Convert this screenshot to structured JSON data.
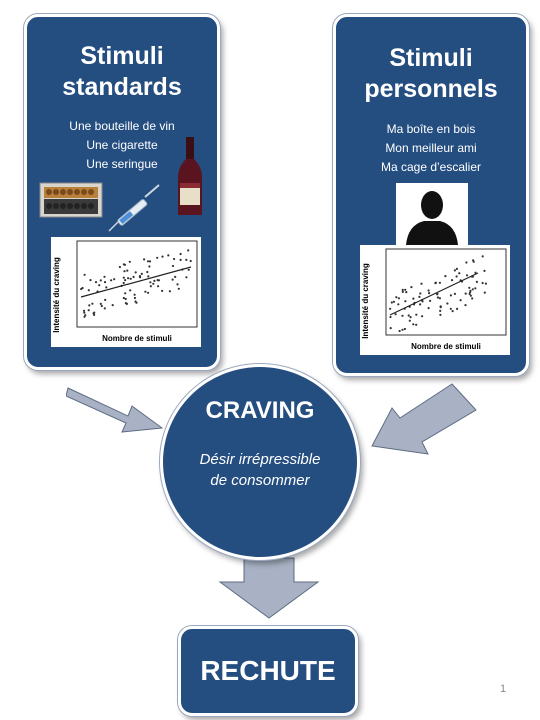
{
  "panels": {
    "standard": {
      "title_line1": "Stimuli",
      "title_line2": "standards",
      "items": [
        "Une bouteille de vin",
        "Une cigarette",
        "Une seringue"
      ],
      "xlabel": "Nombre de stimuli",
      "ylabel": "Intensité du craving"
    },
    "personal": {
      "title_line1": "Stimuli",
      "title_line2": "personnels",
      "items": [
        "Ma boîte en bois",
        "Mon meilleur ami",
        "Ma cage d’escalier"
      ],
      "xlabel": "Nombre de stimuli",
      "ylabel": "Intensité du craving"
    }
  },
  "craving": {
    "title": "CRAVING",
    "subtitle": "Désir irrépressible de consommer"
  },
  "relapse": {
    "label": "RECHUTE"
  },
  "page_number": "1",
  "colors": {
    "panel": "#244d80",
    "arrow": "#a8b2c4",
    "arrow_stroke": "#5d6b82"
  }
}
